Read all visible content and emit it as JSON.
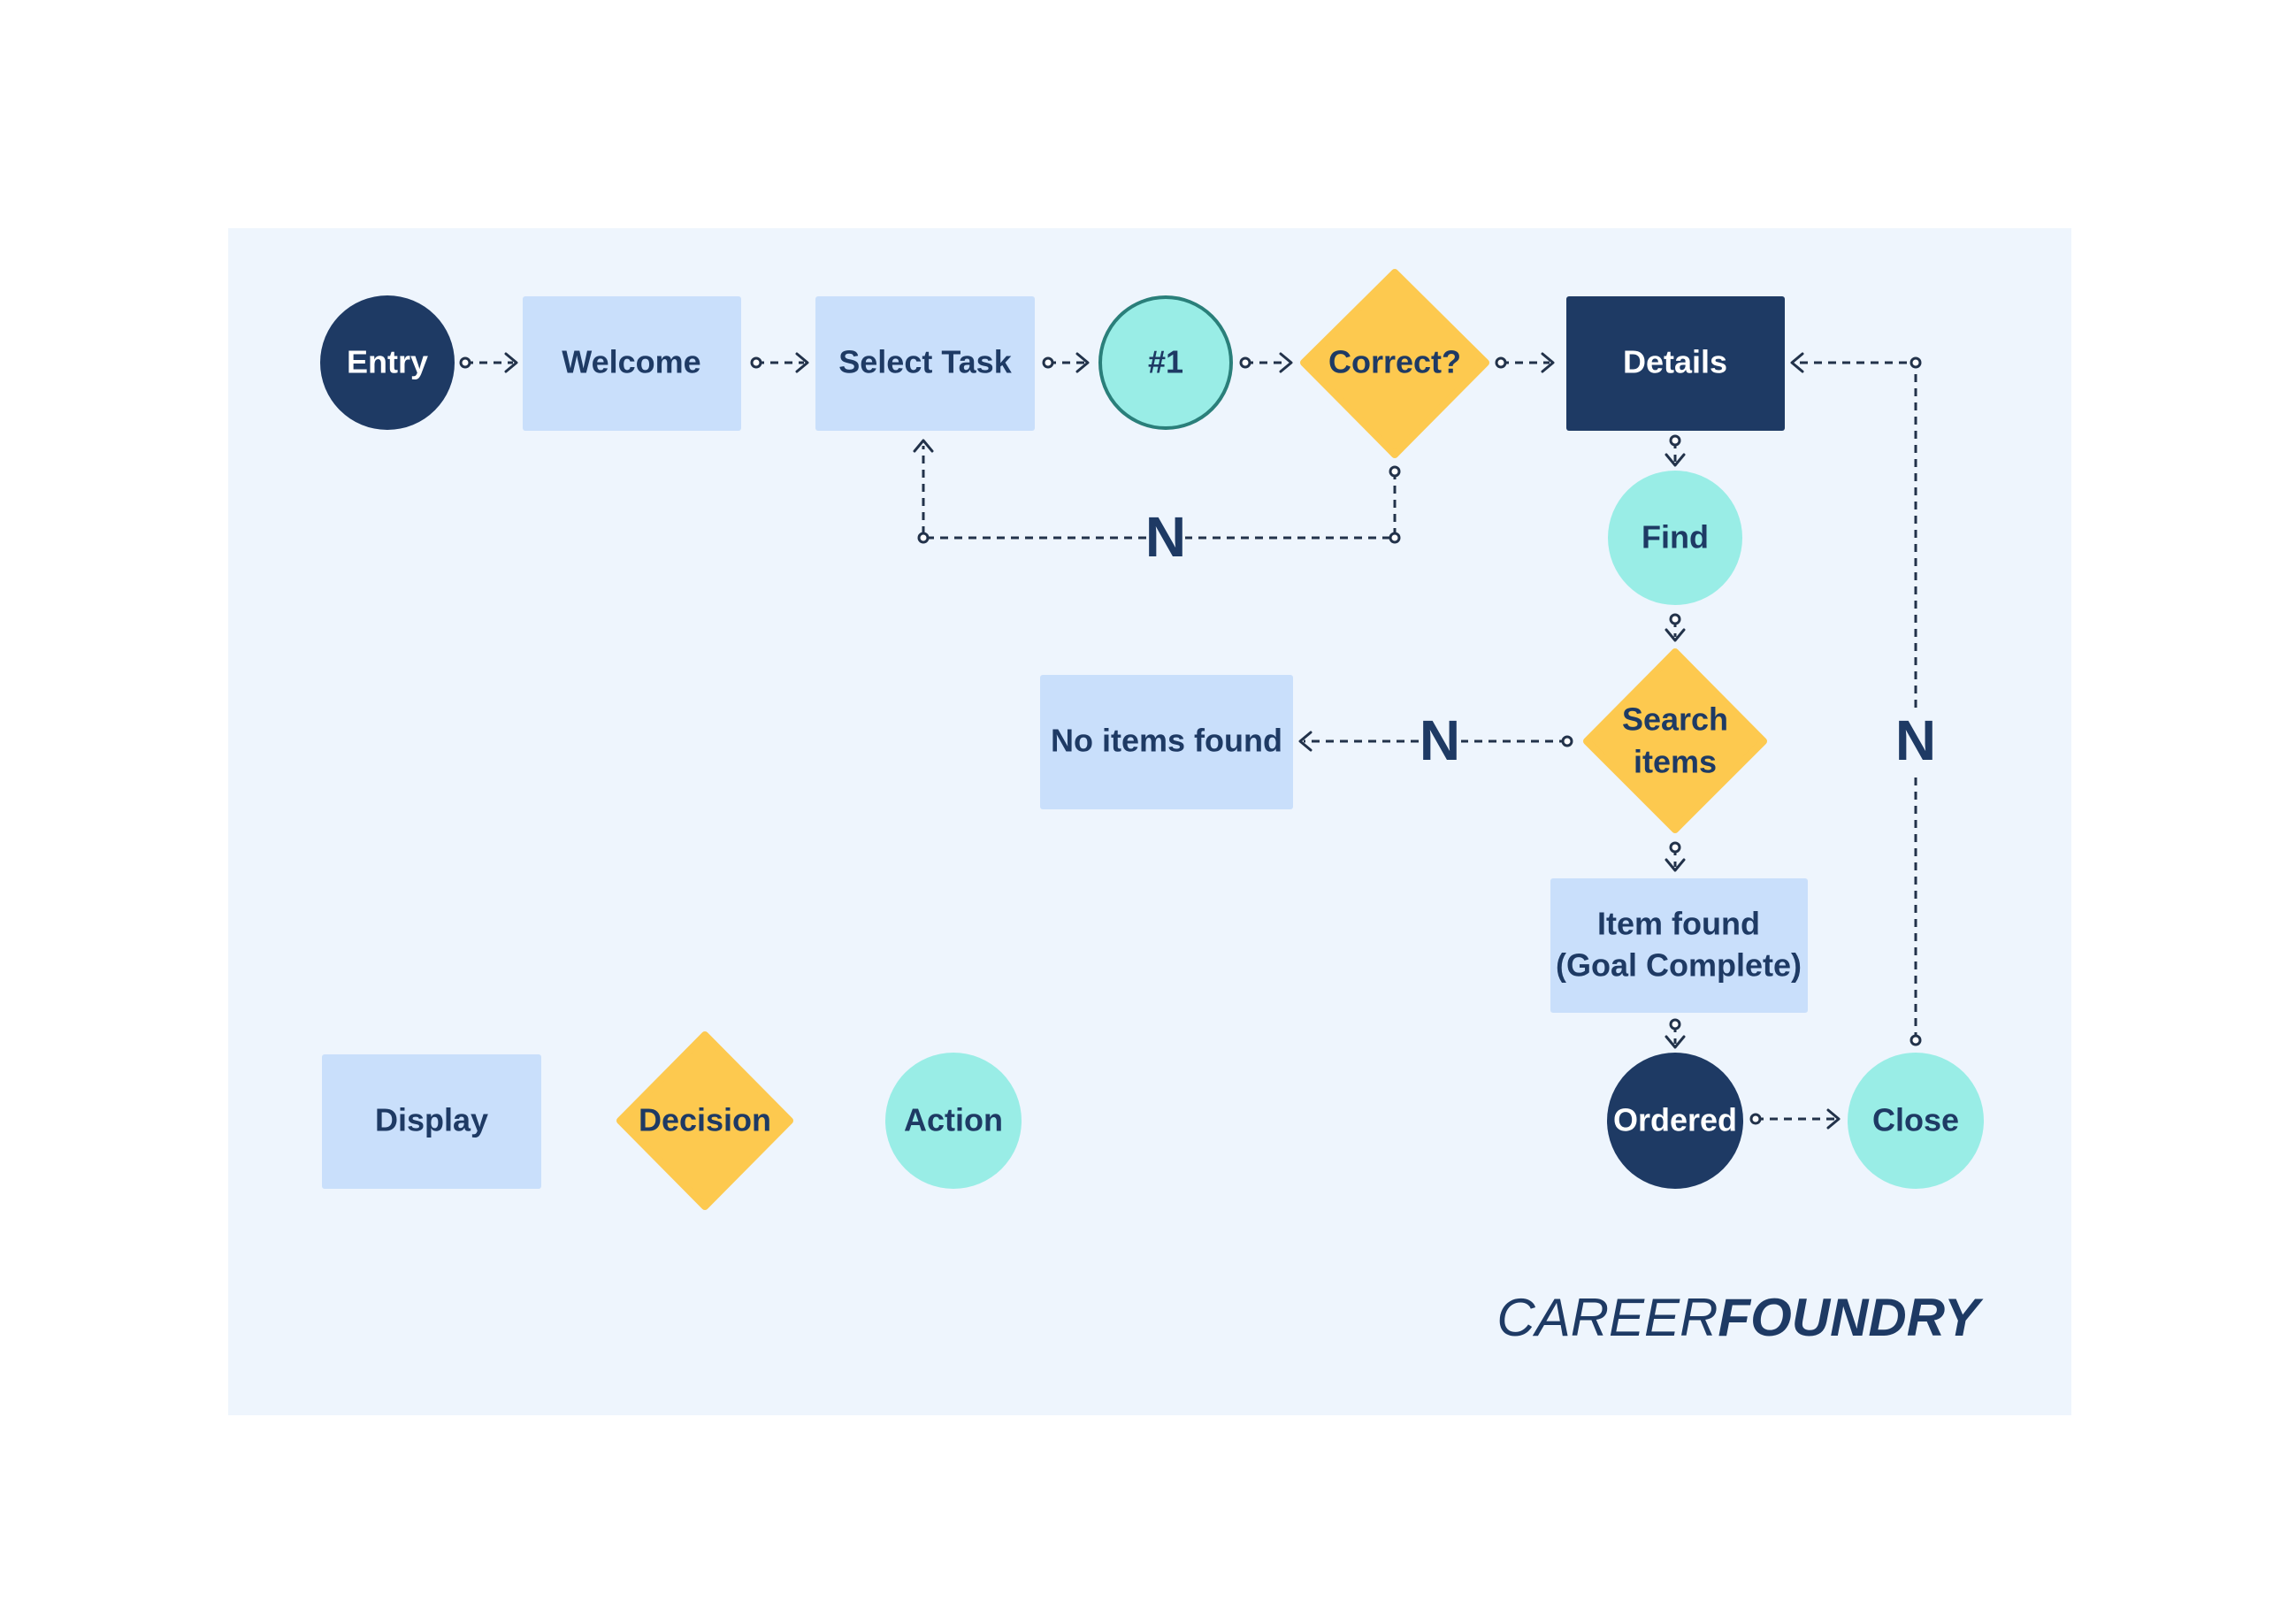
{
  "colors": {
    "panel": "#eef5fd",
    "navy": "#1e3a64",
    "display": "#c9dffb",
    "decision": "#fdc94f",
    "action": "#99ede6",
    "action_stroke": "#2a7f7a",
    "edge": "#22324a"
  },
  "nodes": {
    "entry": "Entry",
    "welcome": "Welcome",
    "select_task": "Select Task",
    "step1": "#1",
    "correct": "Correct?",
    "details": "Details",
    "find": "Find",
    "search_items": [
      "Search",
      "items"
    ],
    "no_items": "No items found",
    "item_found": [
      "Item found",
      "(Goal Complete)"
    ],
    "ordered": "Ordered",
    "close": "Close"
  },
  "edge_labels": {
    "correct_no": "N",
    "search_no": "N",
    "close_no": "N"
  },
  "legend": {
    "display": "Display",
    "decision": "Decision",
    "action": "Action"
  },
  "logo": {
    "part1": "CAREER",
    "part2": "FOUNDRY"
  }
}
